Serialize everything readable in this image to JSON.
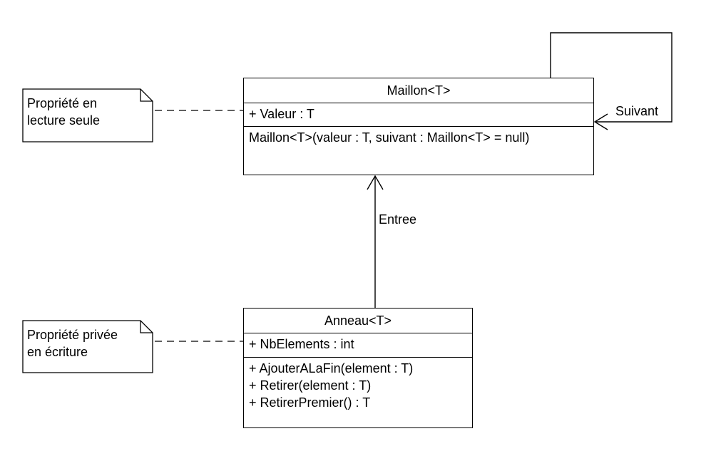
{
  "diagram": {
    "classes": [
      {
        "id": "maillon",
        "name": "Maillon<T>",
        "attributes": [
          "+ Valeur : T"
        ],
        "operations": [
          "Maillon<T>(valeur : T, suivant : Maillon<T> = null)"
        ]
      },
      {
        "id": "anneau",
        "name": "Anneau<T>",
        "attributes": [
          "+ NbElements : int"
        ],
        "operations": [
          "+ AjouterALaFin(element : T)",
          "+ Retirer(element : T)",
          "+ RetirerPremier() : T"
        ]
      }
    ],
    "notes": [
      {
        "id": "note-maillon",
        "text": "Propriété en\nlecture seule"
      },
      {
        "id": "note-anneau",
        "text": "Propriété privée\nen écriture"
      }
    ],
    "associations": [
      {
        "from": "maillon",
        "to": "maillon",
        "label": "Suivant"
      },
      {
        "from": "anneau",
        "to": "maillon",
        "label": "Entree"
      }
    ]
  }
}
